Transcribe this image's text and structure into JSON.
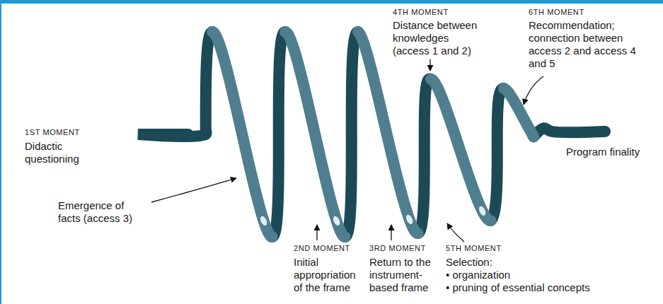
{
  "diagram": {
    "labels": [
      "1ST MOMENT",
      "Didactic questioning",
      "Emergence of facts (access 3)",
      "2ND MOMENT",
      "Initial appropriation of the frame",
      "3RD MOMENT",
      "Return to the instrument-based frame",
      "4TH MOMENT",
      "Distance between knowledges (access 1 and 2)",
      "5TH MOMENT",
      "Selection:",
      "• organization",
      "• pruning of essential concepts",
      "6TH MOMENT",
      "Recommendation; connection between access 2 and access 4 and 5",
      "Program finality"
    ]
  }
}
